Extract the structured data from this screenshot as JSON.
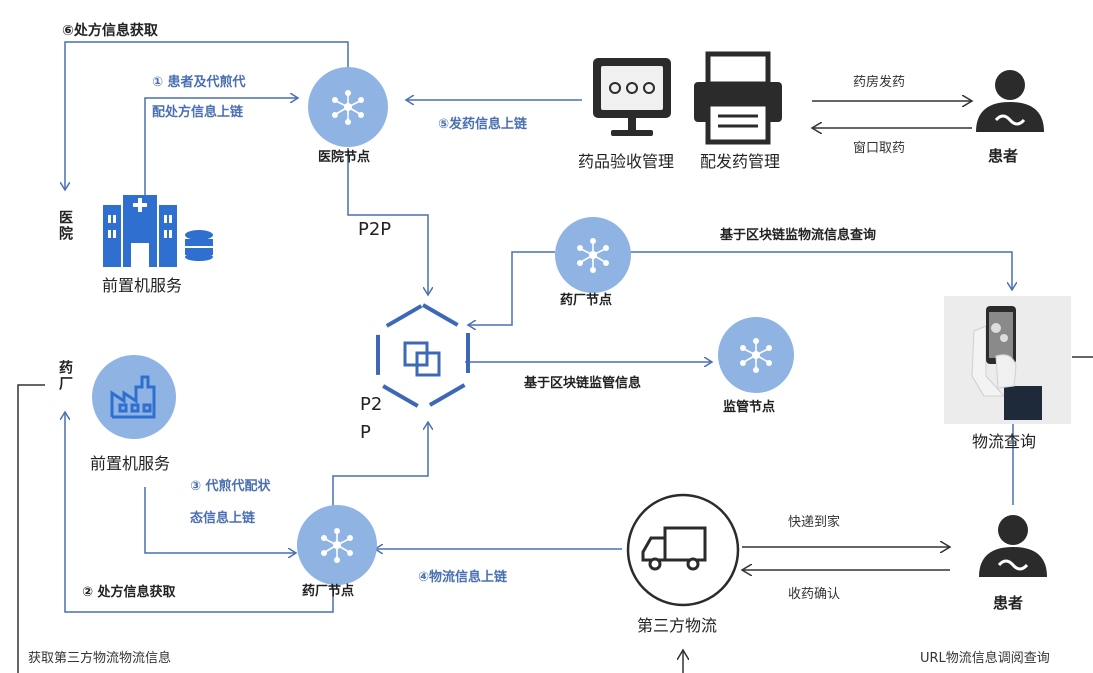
{
  "labels": {
    "step6": "⑥处方信息获取",
    "step1_line1": "① 患者及代煎代",
    "step1_line2": "配处方信息上链",
    "hospital_node": "医院节点",
    "step5": "⑤发药信息上链",
    "drug_acceptance": "药品验收管理",
    "dispensing": "配发药管理",
    "pharmacy_dispense": "药房发药",
    "window_pickup": "窗口取药",
    "patient_top": "患者",
    "hospital_vertical": "医院",
    "front_service_hospital": "前置机服务",
    "p2p_top": "P2P",
    "pharma_node_top": "药厂节点",
    "blockchain_logistics_query": "基于区块链监物流信息查询",
    "blockchain_supervision": "基于区块链监管信息",
    "supervision_node": "监管节点",
    "p2p_bottom_line1": "P2",
    "p2p_bottom_line2": "P",
    "logistics_query": "物流查询",
    "pharma_vertical": "药厂",
    "front_service_pharma": "前置机服务",
    "step3_line1": "③ 代煎代配状",
    "step3_line2": "态信息上链",
    "pharma_node_bottom": "药厂节点",
    "step4": "④物流信息上链",
    "express_home": "快递到家",
    "receipt_confirm": "收药确认",
    "patient_bottom": "患者",
    "step2": "② 处方信息获取",
    "third_party_logistics": "第三方物流",
    "get_third_party_info": "获取第三方物流物流信息",
    "url_query": "URL物流信息调阅查询"
  },
  "colors": {
    "node_fill": "#8fb4e3",
    "line": "#4a6fb3",
    "icon_dark": "#2b2b2b",
    "building_blue": "#2f6fd0"
  }
}
